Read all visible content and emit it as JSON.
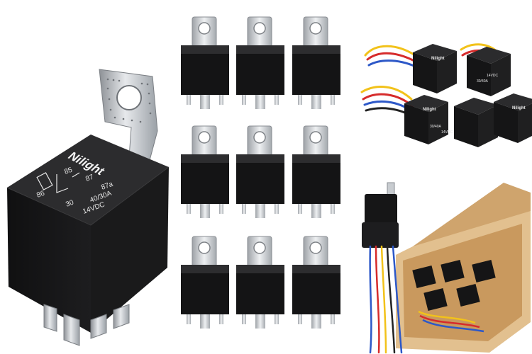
{
  "product": {
    "brand": "Nilight",
    "pins": [
      "85",
      "86",
      "87",
      "87a",
      "30"
    ],
    "rating": "40/30A",
    "voltage": "14VDC",
    "small_rating": "30/40A",
    "small_voltage": "14VDC"
  },
  "colors": {
    "relay_body": "#1b1b1c",
    "relay_top": "#2a2a2b",
    "bracket": "#c9ccd0",
    "box": "#d8b07a",
    "wire_red": "#d62b2b",
    "wire_yellow": "#f2c21a",
    "wire_blue": "#2d58c8"
  }
}
